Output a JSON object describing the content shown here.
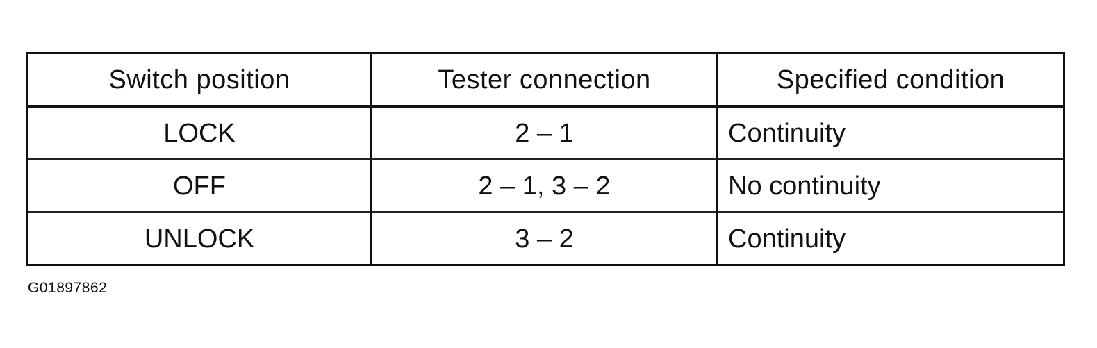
{
  "table": {
    "headers": [
      "Switch position",
      "Tester connection",
      "Specified condition"
    ],
    "rows": [
      {
        "switch_position": "LOCK",
        "tester_connection": "2 – 1",
        "specified_condition": "Continuity"
      },
      {
        "switch_position": "OFF",
        "tester_connection": "2 – 1, 3 – 2",
        "specified_condition": "No continuity"
      },
      {
        "switch_position": "UNLOCK",
        "tester_connection": "3 – 2",
        "specified_condition": "Continuity"
      }
    ]
  },
  "figure_id": "G01897862",
  "colors": {
    "line": "#111111",
    "text": "#111111",
    "background": "#ffffff"
  }
}
